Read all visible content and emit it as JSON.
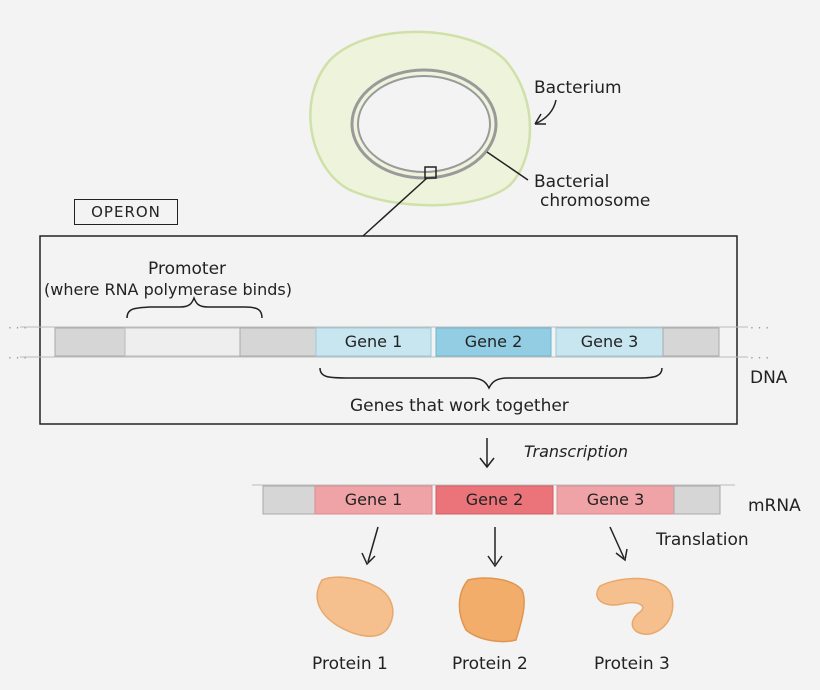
{
  "labels": {
    "bacterium": "Bacterium",
    "bacterial_chromosome_line1": "Bacterial",
    "bacterial_chromosome_line2": "chromosome",
    "operon": "OPERON",
    "promoter_line1": "Promoter",
    "promoter_line2": "(where RNA polymerase binds)",
    "genes_together": "Genes that work together",
    "dna": "DNA",
    "transcription": "Transcription",
    "mrna": "mRNA",
    "translation": "Translation"
  },
  "dna_genes": [
    "Gene 1",
    "Gene 2",
    "Gene 3"
  ],
  "mrna_genes": [
    "Gene 1",
    "Gene 2",
    "Gene 3"
  ],
  "proteins": [
    "Protein 1",
    "Protein 2",
    "Protein 3"
  ],
  "colors": {
    "background": "#f3f3f3",
    "cell_fill": "#eef3dc",
    "cell_outline": "#cfe0a8",
    "dna_segment": "#d6d6d6",
    "promoter_segment": "#eeeeee",
    "dna_gene_1": "#c8e6f0",
    "dna_gene_2": "#93cde3",
    "dna_gene_3": "#c8e6f0",
    "mrna_gene_1": "#f0a3a6",
    "mrna_gene_2": "#ea7479",
    "mrna_gene_3": "#f0a3a6",
    "protein_1": "#f5c08e",
    "protein_2": "#f2ad6a",
    "protein_3": "#f5c08e"
  }
}
